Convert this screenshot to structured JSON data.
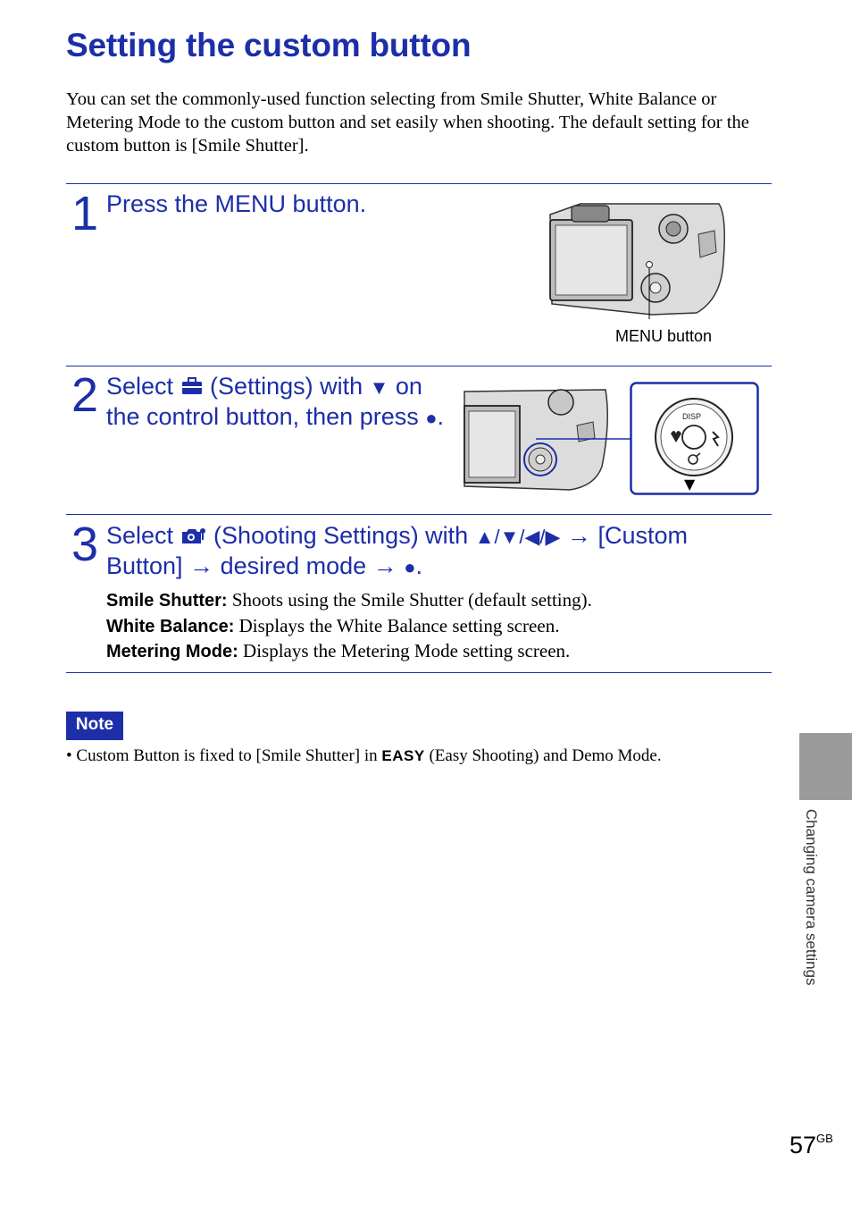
{
  "page": {
    "title": "Setting the custom button",
    "intro": "You can set the commonly-used function selecting from Smile Shutter, White Balance or Metering Mode to the custom button and set easily when shooting. The default setting for the custom button is [Smile Shutter].",
    "page_number": "57",
    "page_suffix": "GB",
    "side_label": "Changing camera settings"
  },
  "steps": [
    {
      "number": "1",
      "text": "Press the MENU button.",
      "image_caption": "MENU button"
    },
    {
      "number": "2",
      "text_a": "Select ",
      "icon": "settings-toolbox-icon",
      "text_b": " (Settings) with ",
      "arrow": "▼",
      "text_c": " on the control button, then press ",
      "center": "●",
      "text_d": "."
    },
    {
      "number": "3",
      "text_a": "Select ",
      "icon": "shooting-settings-camera-icon",
      "text_b": " (Shooting Settings) with ",
      "arrows": "▲/▼/◀/▶",
      "sep": " → ",
      "text_c": "[Custom Button]",
      "text_d": "desired mode",
      "center": "●",
      "text_e": "."
    }
  ],
  "options": [
    {
      "term": "Smile Shutter:",
      "desc": " Shoots using the Smile Shutter (default setting)."
    },
    {
      "term": "White Balance:",
      "desc": " Displays the White Balance setting screen."
    },
    {
      "term": "Metering Mode:",
      "desc": " Displays the Metering Mode setting screen."
    }
  ],
  "note": {
    "label": "Note",
    "bullet": "•",
    "text_a": " Custom Button is fixed to [Smile Shutter] in ",
    "easy": "EASY",
    "text_b": " (Easy Shooting) and Demo Mode."
  },
  "control_button": {
    "top_label": "DISP",
    "down_marker": "▼"
  },
  "colors": {
    "accent": "#1c2ea8",
    "side_tab": "#9b9b9b"
  }
}
